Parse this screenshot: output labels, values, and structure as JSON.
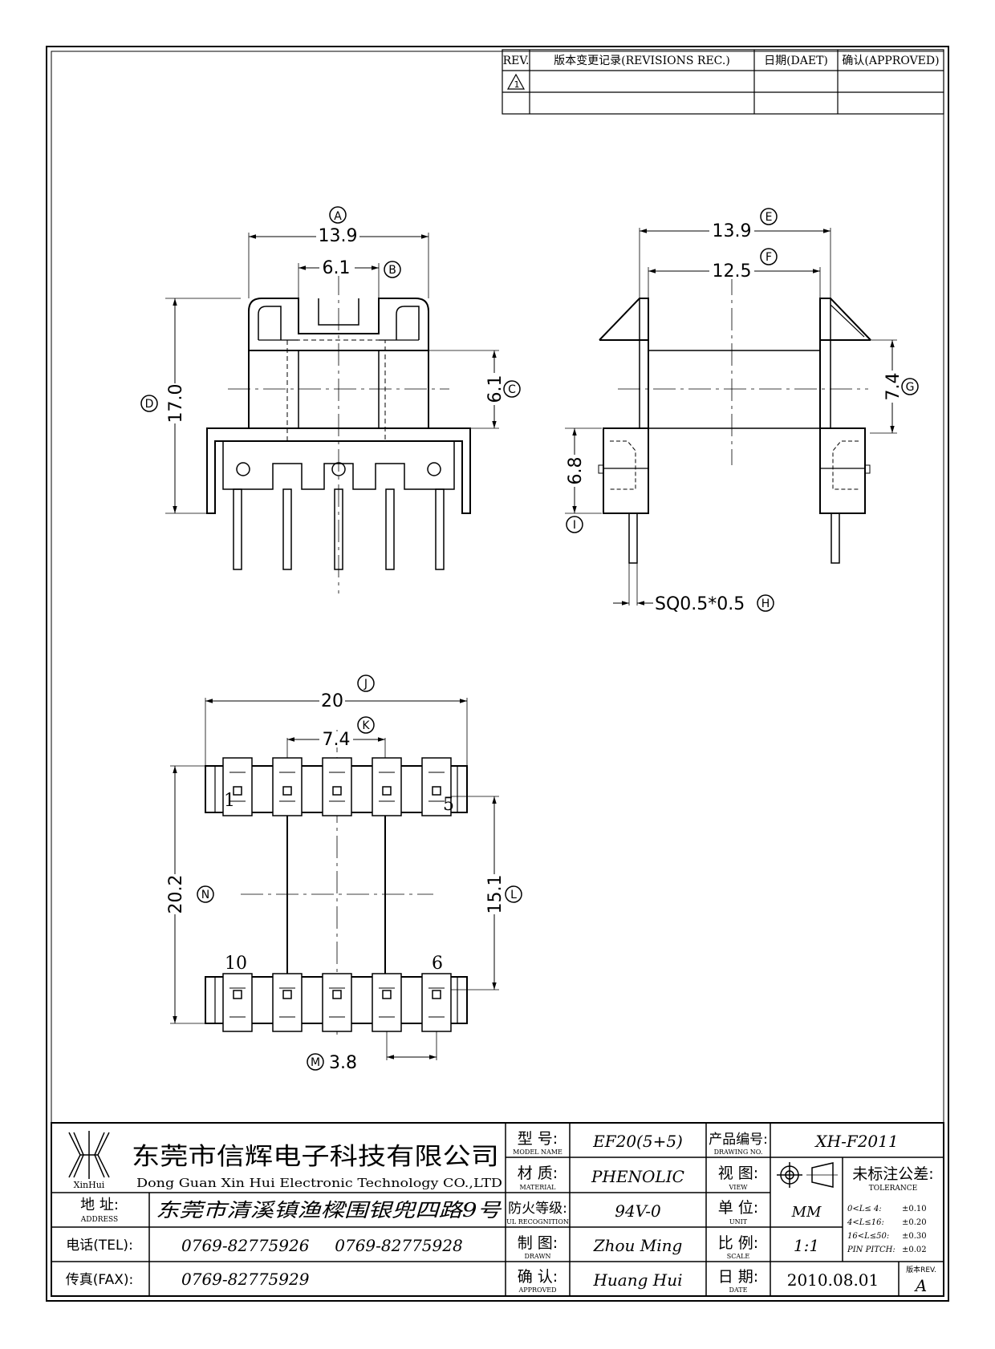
{
  "revision_table": {
    "headers": [
      "REV.",
      "版本变更记录(REVISIONS REC.)",
      "日期(DAET)",
      "确认(APPROVED)"
    ],
    "rev_mark": "1"
  },
  "top_view": {
    "dim_a": {
      "letter": "A",
      "value": "13.9"
    },
    "dim_b": {
      "letter": "B",
      "value": "6.1"
    },
    "dim_c": {
      "letter": "C",
      "value": "6.1"
    },
    "dim_d": {
      "letter": "D",
      "value": "17.0"
    }
  },
  "side_view": {
    "dim_e": {
      "letter": "E",
      "value": "13.9"
    },
    "dim_f": {
      "letter": "F",
      "value": "12.5"
    },
    "dim_g": {
      "letter": "G",
      "value": "7.4"
    },
    "dim_i": {
      "letter": "I",
      "value": "6.8"
    },
    "dim_h": {
      "letter": "H",
      "value": "SQ0.5*0.5"
    }
  },
  "bottom_view": {
    "dim_j": {
      "letter": "J",
      "value": "20"
    },
    "dim_k": {
      "letter": "K",
      "value": "7.4"
    },
    "dim_l": {
      "letter": "L",
      "value": "15.1"
    },
    "dim_n": {
      "letter": "N",
      "value": "20.2"
    },
    "dim_m": {
      "letter": "M",
      "value": "3.8"
    },
    "pin_labels": {
      "p1": "1",
      "p5": "5",
      "p10": "10",
      "p6": "6"
    }
  },
  "title_block": {
    "logo_text": "XinHui",
    "company_cn": "东莞市信辉电子科技有限公司",
    "company_en": "Dong Guan Xin Hui Electronic Technology CO.,LTD",
    "address_label_cn": "地  址:",
    "address_label_en": "ADDRESS",
    "address": "东莞市清溪镇渔樑围银兜四路9号",
    "tel_label": "电话(TEL):",
    "tel": "0769-82775926     0769-82775928",
    "fax_label": "传真(FAX):",
    "fax": "0769-82775929",
    "model_label_cn": "型  号:",
    "model_label_en": "MODEL NAME",
    "model": "EF20(5+5)",
    "material_label_cn": "材  质:",
    "material_label_en": "MATERIAL",
    "material": "PHENOLIC",
    "ul_label_cn": "防火等级:",
    "ul_label_en": "UL RECOGNITION",
    "ul": "94V-0",
    "drawn_label_cn": "制  图:",
    "drawn_label_en": "DRAWN",
    "drawn": "Zhou Ming",
    "approved_label_cn": "确  认:",
    "approved_label_en": "APPROVED",
    "approved": "Huang Hui",
    "drawing_no_label_cn": "产品编号:",
    "drawing_no_label_en": "DRAWING NO.",
    "drawing_no": "XH-F2011",
    "view_label_cn": "视  图:",
    "view_label_en": "VIEW",
    "unit_label_cn": "单  位:",
    "unit_label_en": "UNIT",
    "unit": "MM",
    "scale_label_cn": "比  例:",
    "scale_label_en": "SCALE",
    "scale": "1:1",
    "date_label_cn": "日  期:",
    "date_label_en": "DATE",
    "date": "2010.08.01",
    "tolerance_title_cn": "未标注公差:",
    "tolerance_title_en": "TOLERANCE",
    "tolerances": [
      {
        "range": "0<L≤ 4:",
        "value": "±0.10"
      },
      {
        "range": "4<L≤16:",
        "value": "±0.20"
      },
      {
        "range": "16<L≤50:",
        "value": "±0.30"
      },
      {
        "range": "PIN PITCH:",
        "value": "±0.02"
      }
    ],
    "rev_label": "版本REV.",
    "rev": "A"
  }
}
